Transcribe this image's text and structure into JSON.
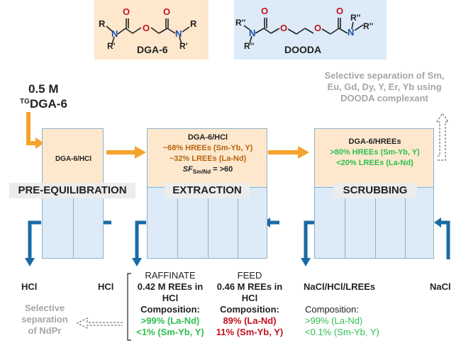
{
  "molecules": {
    "dga6": {
      "name": "DGA-6",
      "r": "R",
      "r_prime": "R'",
      "o": "O",
      "n": "N",
      "bg": "#fde8cd"
    },
    "dooda": {
      "name": "DOODA",
      "r2": "R''",
      "o": "O",
      "n": "N",
      "bg": "#dcebf7"
    }
  },
  "feed_reagent": {
    "concentration": "0.5 M",
    "sup": "TG",
    "name": "DGA-6"
  },
  "dooda_note": [
    "Selective separation of Sm,",
    "Eu, Gd, Dy, Y, Er, Yb  using",
    "DOODA complexant"
  ],
  "stages": {
    "pre": {
      "title": "PRE-EQUILIBRATION",
      "organic": "DGA-6/HCl"
    },
    "extraction": {
      "title": "EXTRACTION",
      "organic": "DGA-6/HCl",
      "line1": "~68% HREEs (Sm-Yb, Y)",
      "line2": "~32% LREEs (La-Nd)",
      "sf_label": "SF",
      "sf_sub": "Sm/Nd",
      "sf_value": " = >60"
    },
    "scrubbing": {
      "title": "SCRUBBING",
      "organic": "DGA-6/HREEs",
      "line1": ">80% HREEs (Sm-Yb, Y)",
      "line2": "<20% LREEs (La-Nd)"
    }
  },
  "streams": {
    "hcl_out": "HCl",
    "hcl_in": "HCl",
    "raffinate": {
      "title": "RAFFINATE",
      "conc1": "0.42 M REEs in",
      "conc2": "HCl",
      "comp": "Composition:",
      "c1": ">99% (La-Nd)",
      "c2": "<1% (Sm-Yb, Y)"
    },
    "feed": {
      "title": "FEED",
      "conc1": "0.46 M REEs in",
      "conc2": "HCl",
      "comp": "Composition:",
      "c1": "89% (La-Nd)",
      "c2": "11% (Sm-Yb, Y)"
    },
    "scrub_out": {
      "title": "NaCl/HCl/LREEs",
      "comp": "Composition:",
      "c1": ">99% (La-Nd)",
      "c2": "<0.1% (Sm-Yb, Y)"
    },
    "scrub_in": "NaCl"
  },
  "ndpr_note": [
    "Selective",
    "separation",
    "of NdPr"
  ],
  "colors": {
    "orange_arrow": "#f5a32a",
    "blue_arrow": "#1a6aa5",
    "orange_text": "#b8650d",
    "green_text": "#2fbf4f",
    "red_text": "#c1121f",
    "gray_text": "#a6a6a6"
  }
}
